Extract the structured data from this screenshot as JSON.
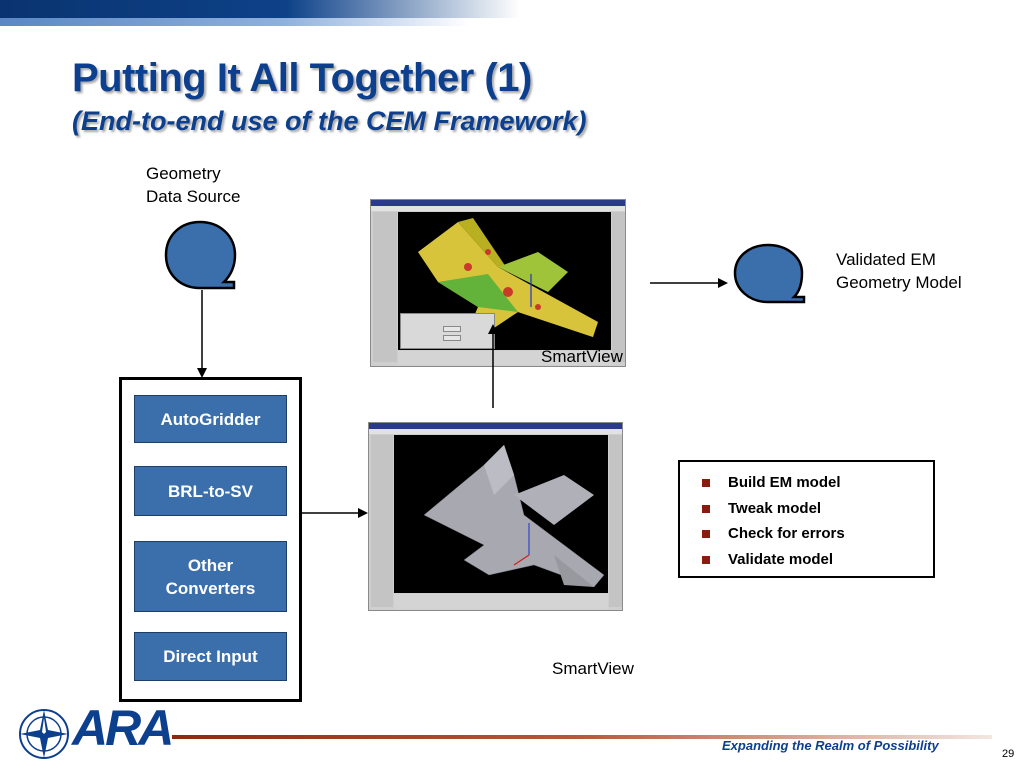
{
  "slide": {
    "title": "Putting It All Together (1)",
    "subtitle": "(End-to-end use of the CEM Framework)",
    "page_number": "29"
  },
  "flow": {
    "source_label_line1": "Geometry",
    "source_label_line2": "Data Source",
    "output_label_line1": "Validated EM",
    "output_label_line2": "Geometry Model",
    "smartview_label_top": "SmartView",
    "smartview_label_bottom": "SmartView"
  },
  "converters": [
    {
      "label": "AutoGridder"
    },
    {
      "label": "BRL-to-SV"
    },
    {
      "label": "Other Converters"
    },
    {
      "label": "Direct Input"
    }
  ],
  "tasks": [
    {
      "label": "Build EM model"
    },
    {
      "label": "Tweak model"
    },
    {
      "label": "Check for errors"
    },
    {
      "label": "Validate model"
    }
  ],
  "branding": {
    "logo_text": "ARA",
    "tagline": "Expanding the Realm of Possibility"
  },
  "colors": {
    "title_blue": "#0d3f8f",
    "button_fill": "#3b6fac",
    "bullet": "#8b1a10",
    "footer_line": "#8b2a10"
  }
}
